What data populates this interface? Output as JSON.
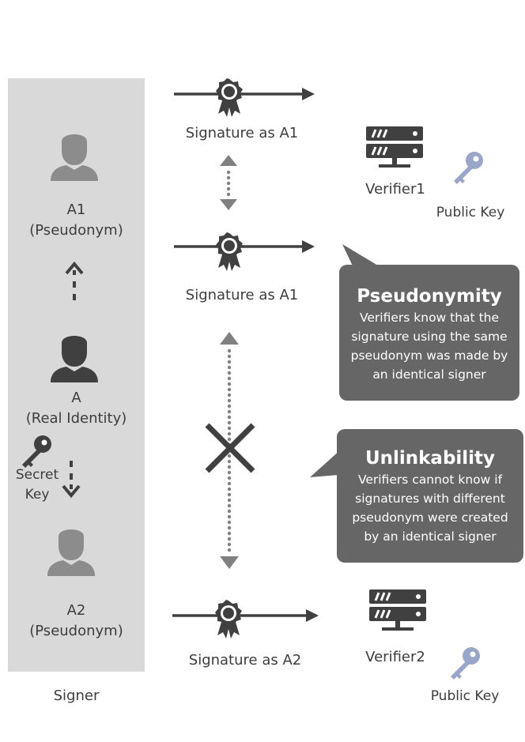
{
  "signer": {
    "a1_name": "A1",
    "a1_sub": "(Pseudonym)",
    "real_name": "A",
    "real_sub": "(Real Identity)",
    "secret_key_line1": "Secret",
    "secret_key_line2": "Key",
    "a2_name": "A2",
    "a2_sub": "(Pseudonym)",
    "footer": "Signer"
  },
  "signatures": {
    "first": "Signature as A1",
    "second": "Signature as A1",
    "third": "Signature as A2"
  },
  "verifiers": {
    "v1_name": "Verifier1",
    "v1_key": "Public Key",
    "v2_name": "Verifier2",
    "v2_key": "Public Key"
  },
  "callouts": {
    "pseudonymity_title": "Pseudonymity",
    "pseudonymity_lines": [
      "Verifiers know that the",
      "signature using the same",
      "pseudonym was made by",
      "an identical signer"
    ],
    "unlinkability_title": "Unlinkability",
    "unlinkability_lines": [
      "Verifiers cannot know if",
      "signatures with different",
      "pseudonym were created",
      "by an identical signer"
    ]
  },
  "colors": {
    "panel": "#d9d9d9",
    "person_pseudonym": "#8c8c8c",
    "person_real": "#404040",
    "dark": "#404040",
    "key": "#9aa6c8",
    "bubble": "#666666"
  },
  "icons": [
    "person-icon",
    "key-icon",
    "seal-icon",
    "server-icon",
    "cross-icon"
  ]
}
